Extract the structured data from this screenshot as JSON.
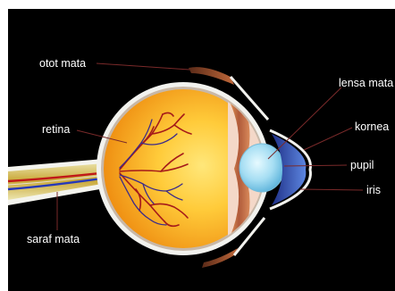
{
  "labels": {
    "otot_mata": "otot mata",
    "lensa_mata": "lensa mata",
    "retina": "retina",
    "kornea": "kornea",
    "pupil": "pupil",
    "iris": "iris",
    "saraf_mata": "saraf mata"
  },
  "colors": {
    "background": "#000000",
    "sclera": "#f2f2ee",
    "vitreous": "#f6a321",
    "vitreous_light": "#ffd85a",
    "blood_vessel": "#a51a1a",
    "ciliary_body": "#b06040",
    "lens": "#9fdcf0",
    "cornea": "#3a5fc8",
    "nerve": "#d8b840",
    "leader_line": "#7a2a2a"
  }
}
